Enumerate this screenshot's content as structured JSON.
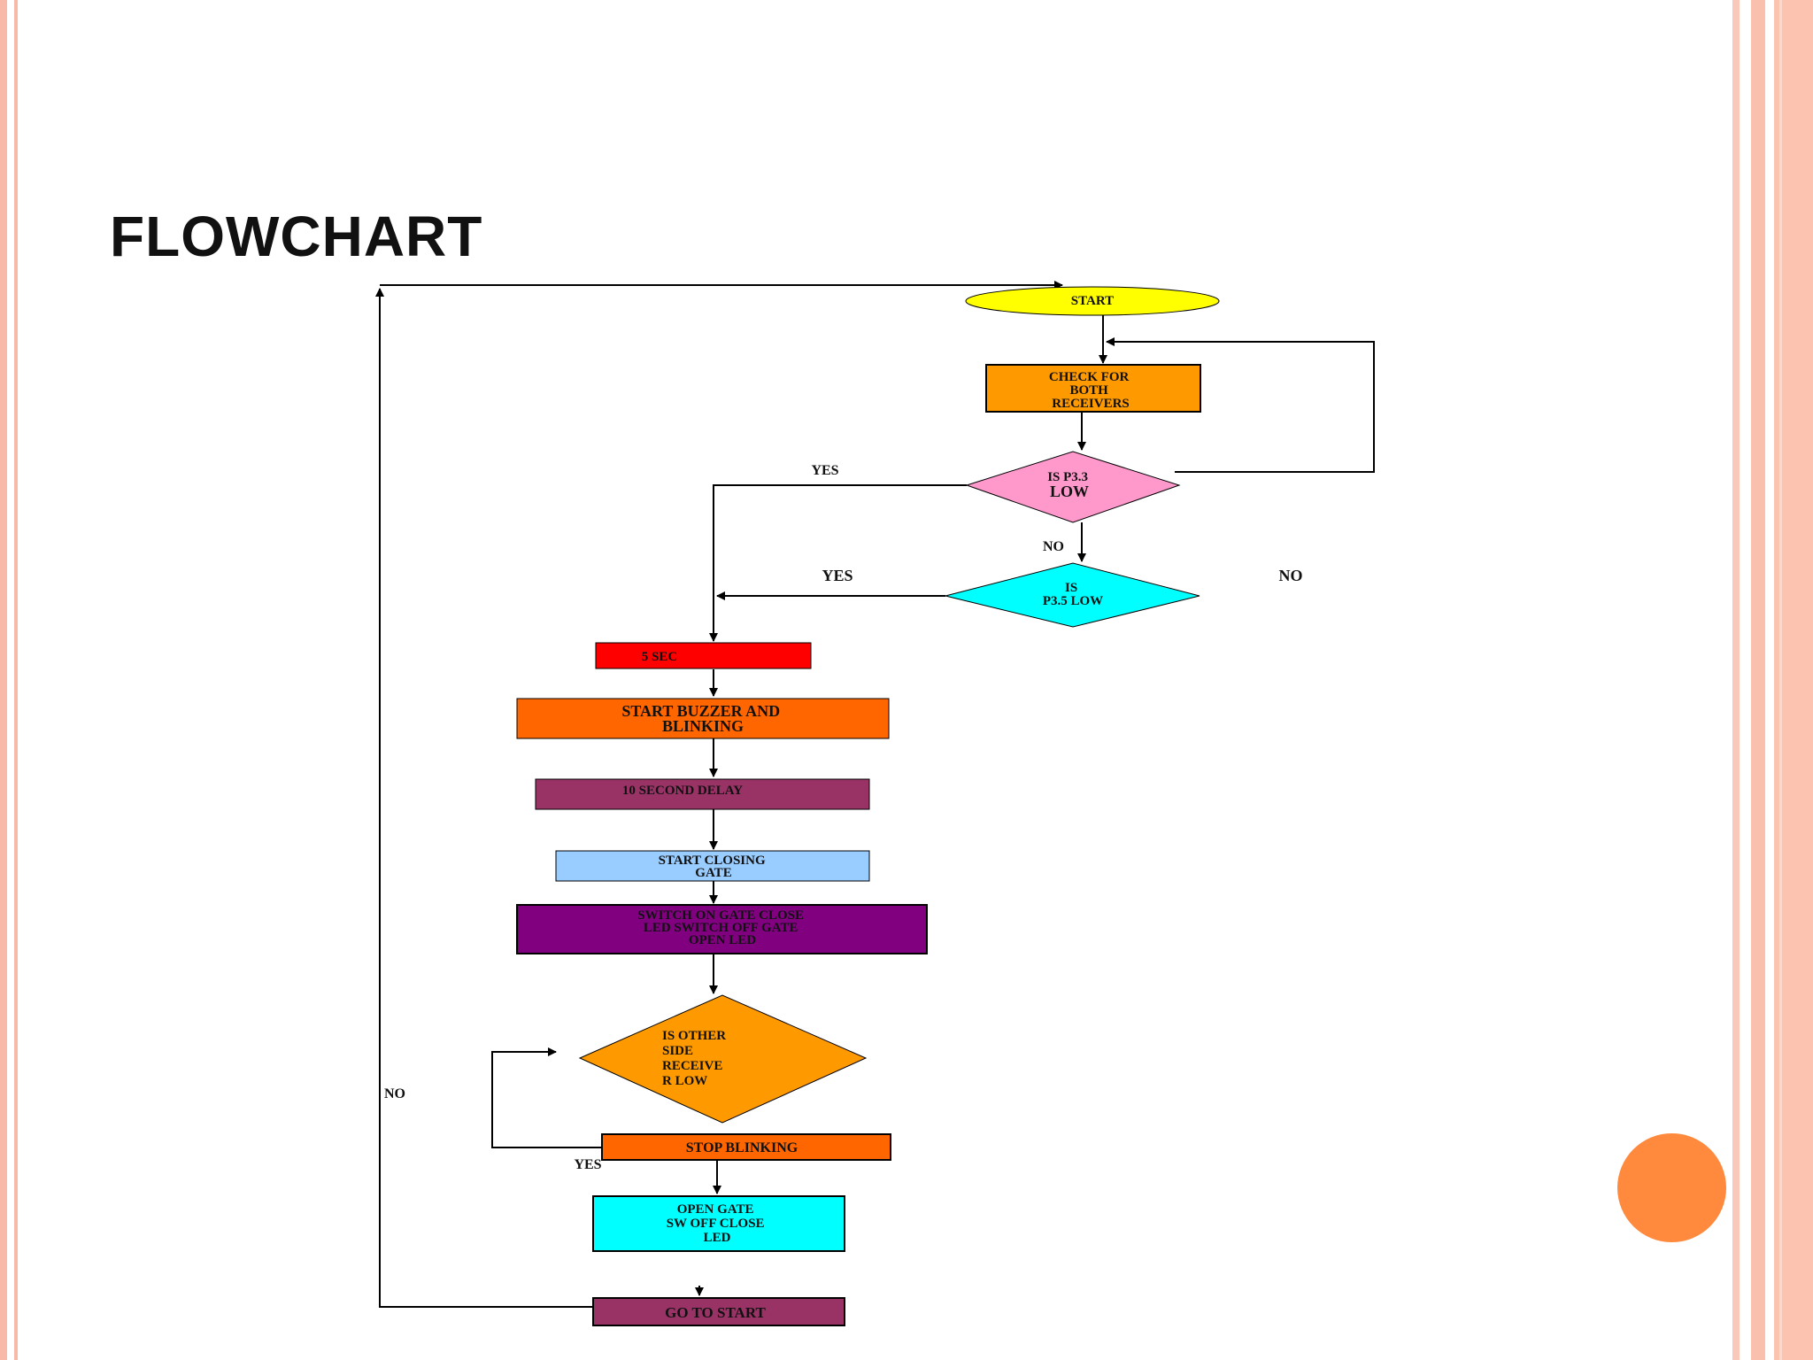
{
  "slide": {
    "title": "FLOWCHART",
    "accent_color": "#ff8a3d",
    "border_color": "#f9b9a8"
  },
  "flowchart": {
    "nodes": {
      "start": {
        "lines": [
          "START"
        ],
        "color": "#ffff00"
      },
      "check_receivers": {
        "lines": [
          "CHECK FOR",
          "BOTH",
          "RECEIVERS"
        ],
        "color": "#ff9900"
      },
      "is_p33_low": {
        "lines": [
          "IS P3.3",
          "LOW"
        ],
        "color": "#ff99cc"
      },
      "is_p35_low": {
        "lines": [
          "IS",
          "P3.5 LOW"
        ],
        "color": "#00ffff"
      },
      "five_sec": {
        "lines": [
          "5 SEC"
        ],
        "color": "#ff0000"
      },
      "start_buzzer": {
        "lines": [
          "START BUZZER AND",
          "BLINKING"
        ],
        "color": "#ff6600"
      },
      "ten_sec_delay": {
        "lines": [
          "10 SECOND DELAY"
        ],
        "color": "#993366"
      },
      "start_closing": {
        "lines": [
          "START CLOSING",
          "GATE"
        ],
        "color": "#99ccff"
      },
      "switch_on_led": {
        "lines": [
          "SWITCH ON GATE CLOSE",
          "LED SWITCH OFF GATE",
          "OPEN LED"
        ],
        "color": "#800080"
      },
      "is_other_side": {
        "lines": [
          "IS OTHER",
          "SIDE",
          "RECEIVE",
          "R LOW"
        ],
        "color": "#ff9900"
      },
      "stop_blinking": {
        "lines": [
          "STOP BLINKING"
        ],
        "color": "#ff6600"
      },
      "open_gate": {
        "lines": [
          "OPEN GATE",
          "SW OFF CLOSE",
          "LED"
        ],
        "color": "#00ffff"
      },
      "go_to_start": {
        "lines": [
          "GO TO START"
        ],
        "color": "#993366"
      }
    },
    "labels": {
      "yes_p33": "YES",
      "no_p33": "NO",
      "yes_p35": "YES",
      "no_p35": "NO",
      "no_other": "NO",
      "yes_other": "YES"
    }
  }
}
